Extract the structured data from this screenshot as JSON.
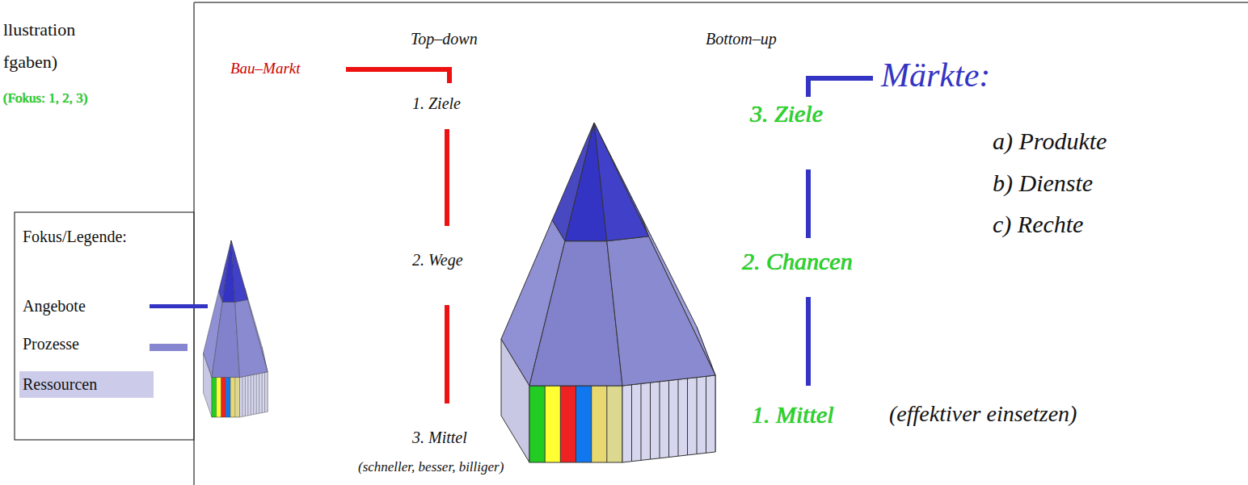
{
  "diagram": {
    "labels": [
      "llustration",
      "fgaben)",
      "(Fokus: 1, 2, 3)",
      "Top–down",
      "Bau–Markt",
      "Bottom–up",
      "Märkte:",
      "1. Ziele",
      "3. Ziele",
      "a) Produkte",
      "b) Dienste",
      "c) Rechte",
      "2. Wege",
      "2. Chancen",
      "3. Mittel",
      "1. Mittel",
      "(effektiver einsetzen)",
      "(schneller, besser, billiger)",
      "Fokus/Legende:"
    ],
    "legend": [
      {
        "text": "Angebote",
        "color": "#3434c4"
      },
      {
        "text": "Prozesse",
        "color": "#8585d0"
      },
      {
        "text": "Ressourcen",
        "color": "#ccccea"
      }
    ]
  }
}
